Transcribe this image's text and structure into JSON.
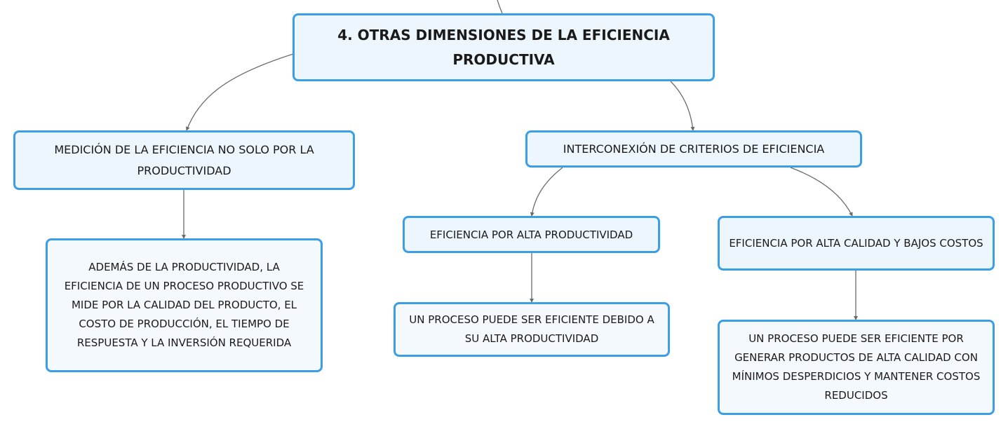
{
  "mindmap": {
    "root": {
      "label": "4. OTRAS DIMENSIONES DE LA EFICIENCIA PRODUCTIVA"
    },
    "branches": [
      {
        "label": "MEDICIÓN DE LA EFICIENCIA NO SOLO POR LA PRODUCTIVIDAD",
        "children": [
          {
            "label": "ADEMÁS DE LA PRODUCTIVIDAD, LA EFICIENCIA DE UN PROCESO PRODUCTIVO SE MIDE POR LA CALIDAD DEL PRODUCTO, EL COSTO DE PRODUCCIÓN, EL TIEMPO DE RESPUESTA Y LA INVERSIÓN REQUERIDA"
          }
        ]
      },
      {
        "label": "INTERCONEXIÓN DE CRITERIOS DE EFICIENCIA",
        "children": [
          {
            "label": "EFICIENCIA POR ALTA PRODUCTIVIDAD",
            "children": [
              {
                "label": "UN PROCESO PUEDE SER EFICIENTE DEBIDO A SU ALTA PRODUCTIVIDAD"
              }
            ]
          },
          {
            "label": "EFICIENCIA POR ALTA CALIDAD Y BAJOS COSTOS",
            "children": [
              {
                "label": "UN PROCESO PUEDE SER EFICIENTE POR GENERAR PRODUCTOS DE ALTA CALIDAD CON MÍNIMOS DESPERDICIOS Y MANTENER COSTOS REDUCIDOS"
              }
            ]
          }
        ]
      }
    ]
  },
  "colors": {
    "node_border": "#3c9ee5",
    "node_fill": "#eef6fd",
    "connector": "#6b6b6b"
  }
}
